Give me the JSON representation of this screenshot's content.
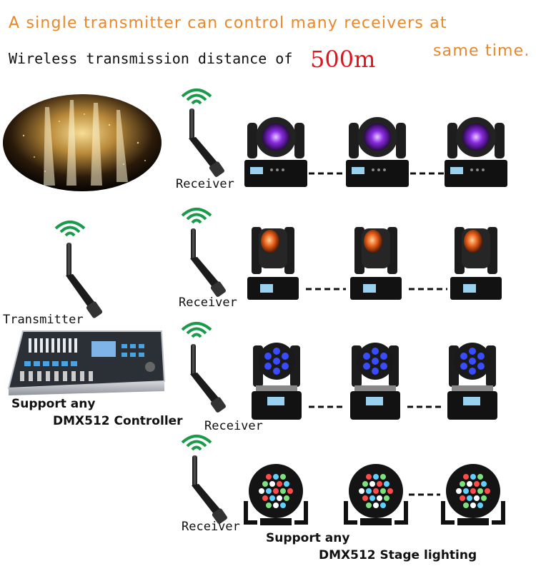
{
  "header": {
    "line1_part1": "A single transmitter can control many receivers at",
    "line1_part2": "same time.",
    "line2_text": "Wireless transmission distance of",
    "line2_distance": "500m"
  },
  "diagram": {
    "transmitter_label": "Transmitter",
    "controller_caption_line1": "Support any",
    "controller_caption_line2": "DMX512 Controller",
    "receiver_labels": [
      "Receiver",
      "Receiver",
      "Receiver",
      "Receiver"
    ],
    "fixtures_caption_line1": "Support any",
    "fixtures_caption_line2": "DMX512 Stage lighting"
  },
  "colors": {
    "headline_orange": "#e8882a",
    "distance_red": "#e0141c",
    "signal_green": "#1a9a4a"
  }
}
